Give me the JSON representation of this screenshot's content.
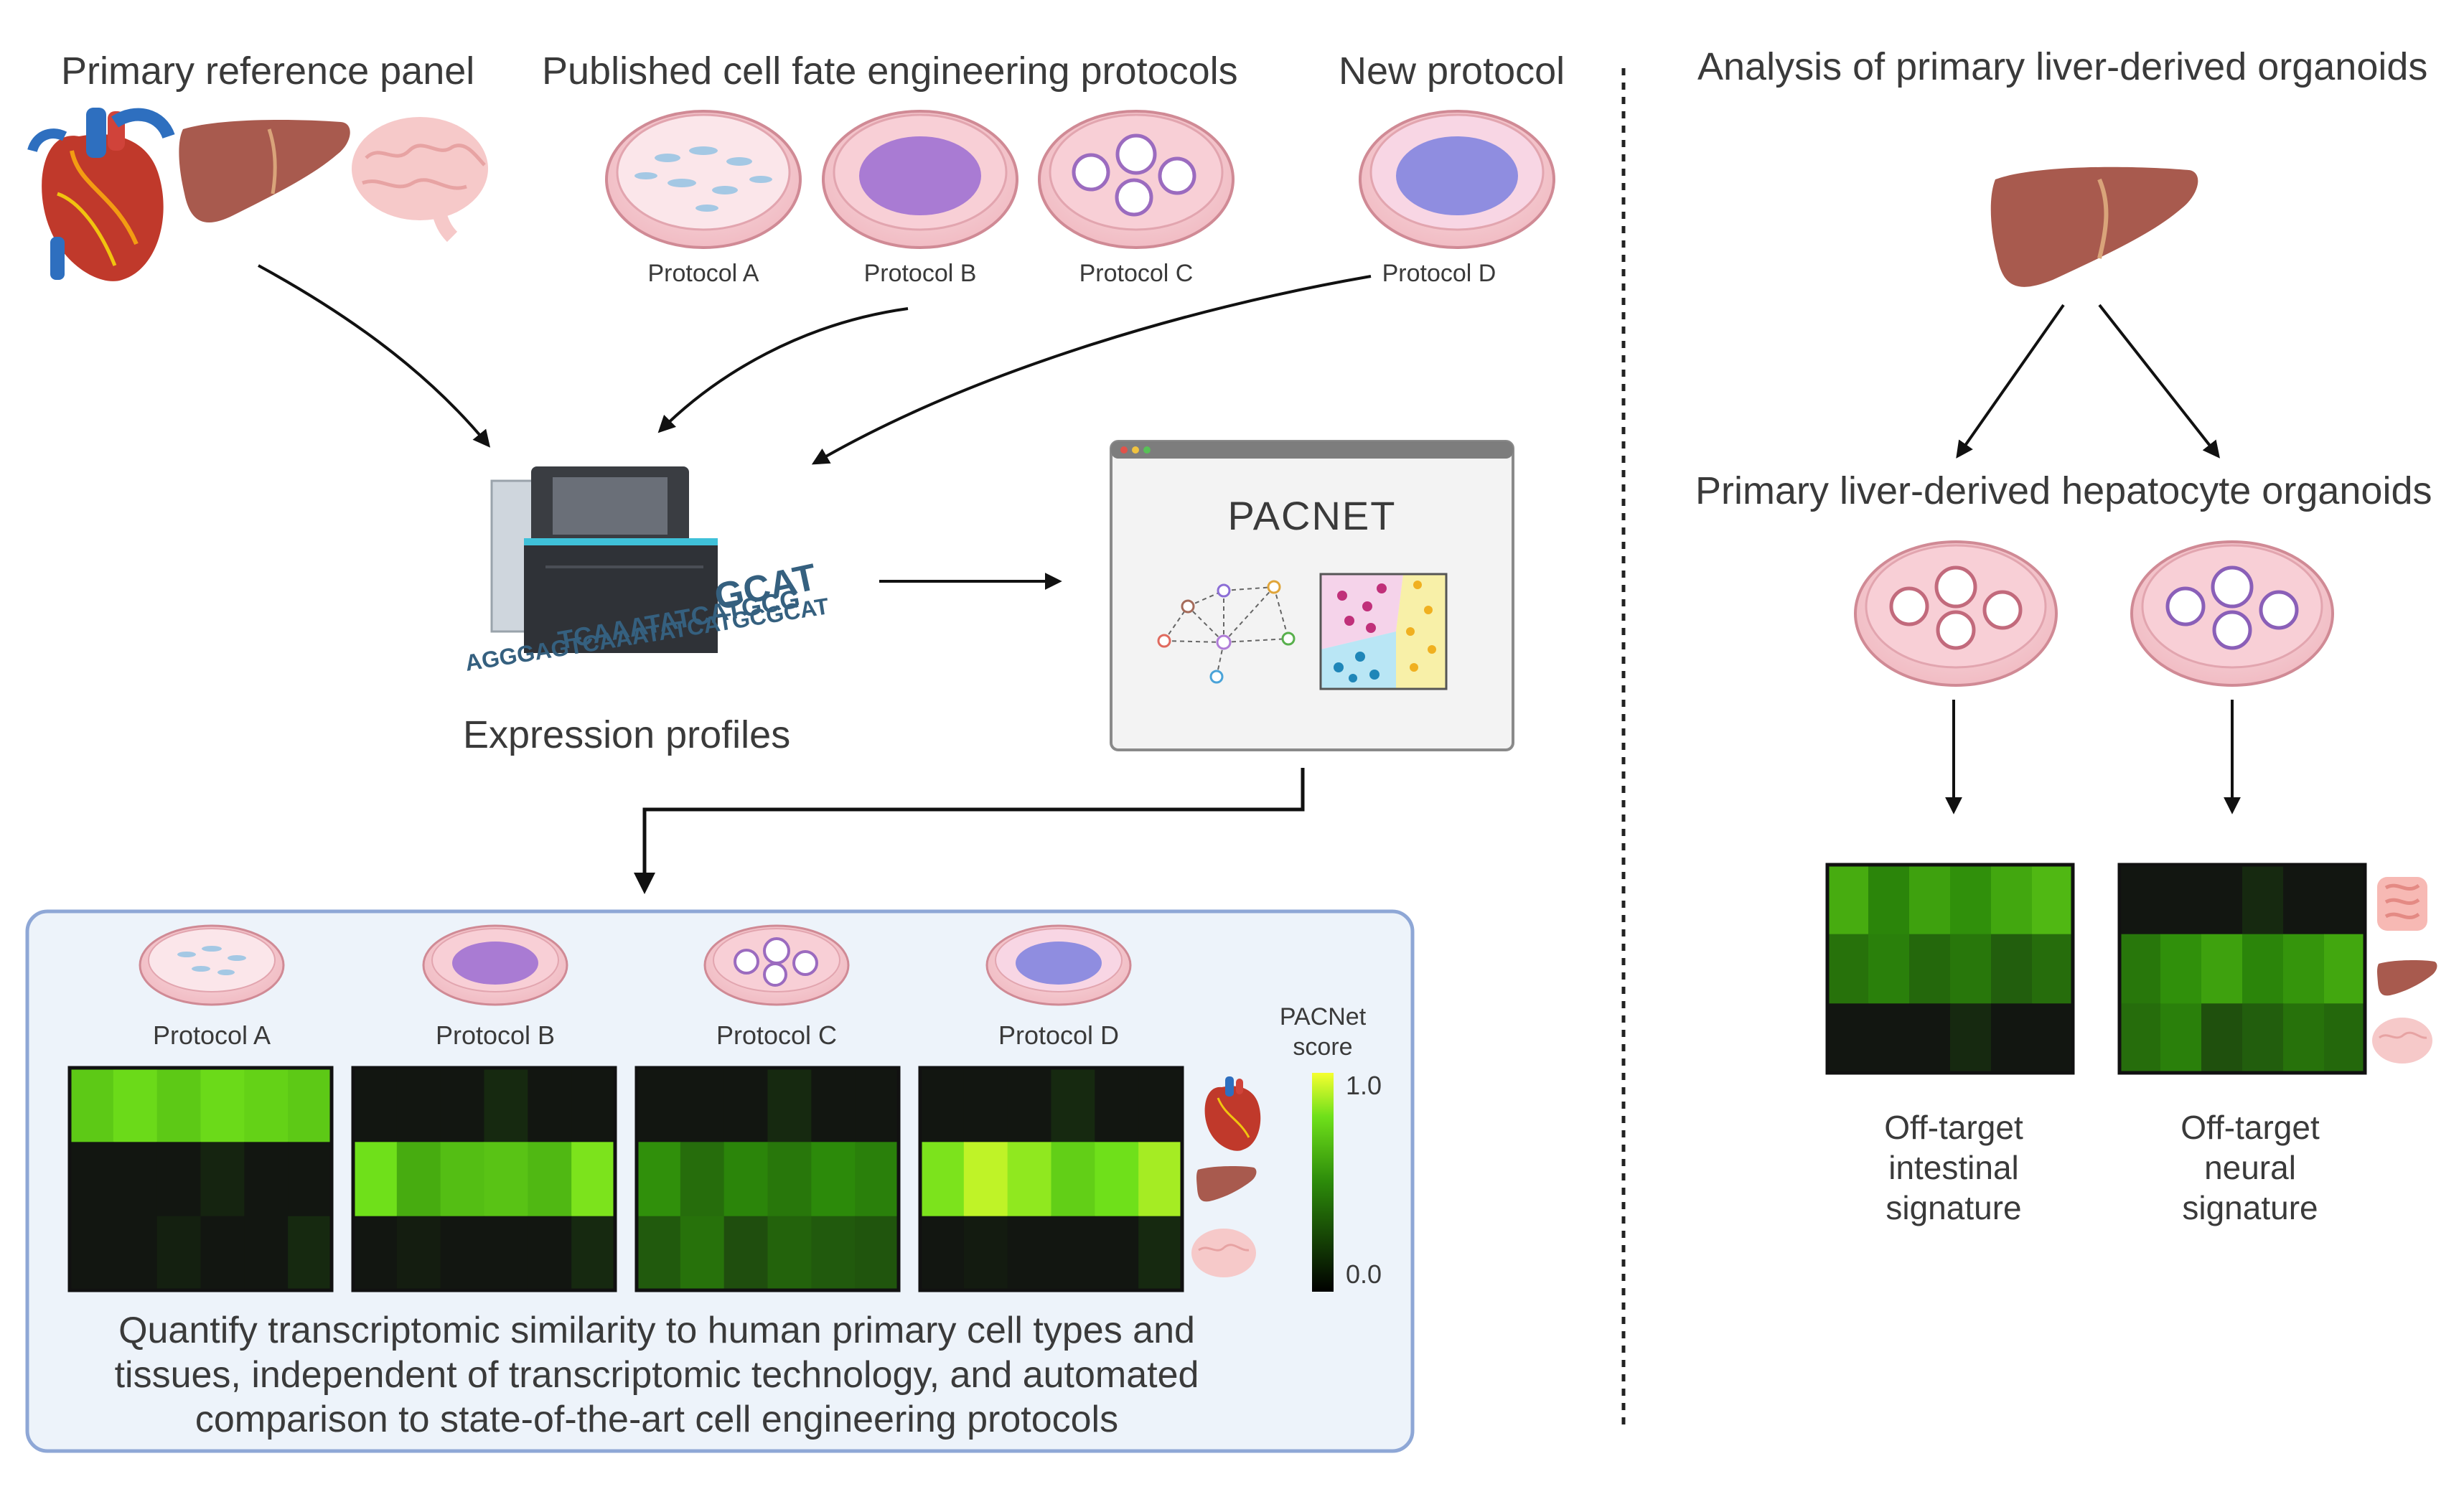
{
  "headings": {
    "primary_panel": "Primary reference panel",
    "published": "Published cell fate engineering protocols",
    "new_protocol": "New protocol",
    "analysis": "Analysis of primary liver-derived organoids",
    "hepatocyte_organoids": "Primary liver-derived hepatocyte organoids",
    "expression_profiles": "Expression profiles",
    "pacnet_title": "PACNET"
  },
  "protocols_top": [
    "Protocol A",
    "Protocol B",
    "Protocol C",
    "Protocol D"
  ],
  "sequencer_text": {
    "line1": "GCAT",
    "line2": "TCAAATATCATGCG",
    "line3": "AGGGAGTCAAATATCATGCGCAT"
  },
  "bottom_panel": {
    "protocols": [
      "Protocol A",
      "Protocol B",
      "Protocol C",
      "Protocol D"
    ],
    "scale_title_line1": "PACNet",
    "scale_title_line2": "score",
    "scale_max": "1.0",
    "scale_min": "0.0",
    "description_line1": "Quantify transcriptomic similarity to human primary cell types and",
    "description_line2": "tissues, independent of transcriptomic technology, and automated",
    "description_line3": "comparison to state-of-the-art cell engineering protocols"
  },
  "right_panel": {
    "offtarget_intestinal": [
      "Off-target",
      "intestinal",
      "signature"
    ],
    "offtarget_neural": [
      "Off-target",
      "neural",
      "signature"
    ]
  },
  "colors": {
    "heatmap_low": "#111111",
    "heatmap_high": "#e8ff3a",
    "panel_bg": "#edf3fa",
    "panel_border": "#8ea7d6",
    "dish_pink": "#f6c8cf",
    "liver": "#a85a4e",
    "brain": "#f6c9c9"
  },
  "heatmaps": {
    "protocol_a": [
      [
        0.72,
        0.78,
        0.72,
        0.78,
        0.75,
        0.72
      ],
      [
        0.02,
        0.02,
        0.02,
        0.08,
        0.02,
        0.02
      ],
      [
        0.02,
        0.02,
        0.06,
        0.02,
        0.02,
        0.1
      ]
    ],
    "protocol_b": [
      [
        0.02,
        0.02,
        0.02,
        0.1,
        0.02,
        0.02
      ],
      [
        0.8,
        0.62,
        0.68,
        0.7,
        0.66,
        0.82
      ],
      [
        0.02,
        0.05,
        0.02,
        0.02,
        0.02,
        0.1
      ]
    ],
    "protocol_c": [
      [
        0.02,
        0.02,
        0.02,
        0.1,
        0.02,
        0.02
      ],
      [
        0.52,
        0.38,
        0.48,
        0.42,
        0.5,
        0.46
      ],
      [
        0.3,
        0.4,
        0.25,
        0.34,
        0.3,
        0.28
      ]
    ],
    "protocol_d": [
      [
        0.02,
        0.02,
        0.02,
        0.1,
        0.02,
        0.02
      ],
      [
        0.82,
        0.92,
        0.85,
        0.74,
        0.8,
        0.88
      ],
      [
        0.02,
        0.04,
        0.02,
        0.02,
        0.02,
        0.1
      ]
    ],
    "intestinal": [
      [
        0.62,
        0.48,
        0.58,
        0.52,
        0.6,
        0.66
      ],
      [
        0.4,
        0.46,
        0.36,
        0.42,
        0.32,
        0.38
      ],
      [
        0.02,
        0.02,
        0.02,
        0.1,
        0.02,
        0.02
      ]
    ],
    "neural": [
      [
        0.02,
        0.02,
        0.02,
        0.1,
        0.02,
        0.02
      ],
      [
        0.42,
        0.52,
        0.58,
        0.48,
        0.54,
        0.6
      ],
      [
        0.38,
        0.46,
        0.26,
        0.32,
        0.4,
        0.36
      ]
    ]
  }
}
